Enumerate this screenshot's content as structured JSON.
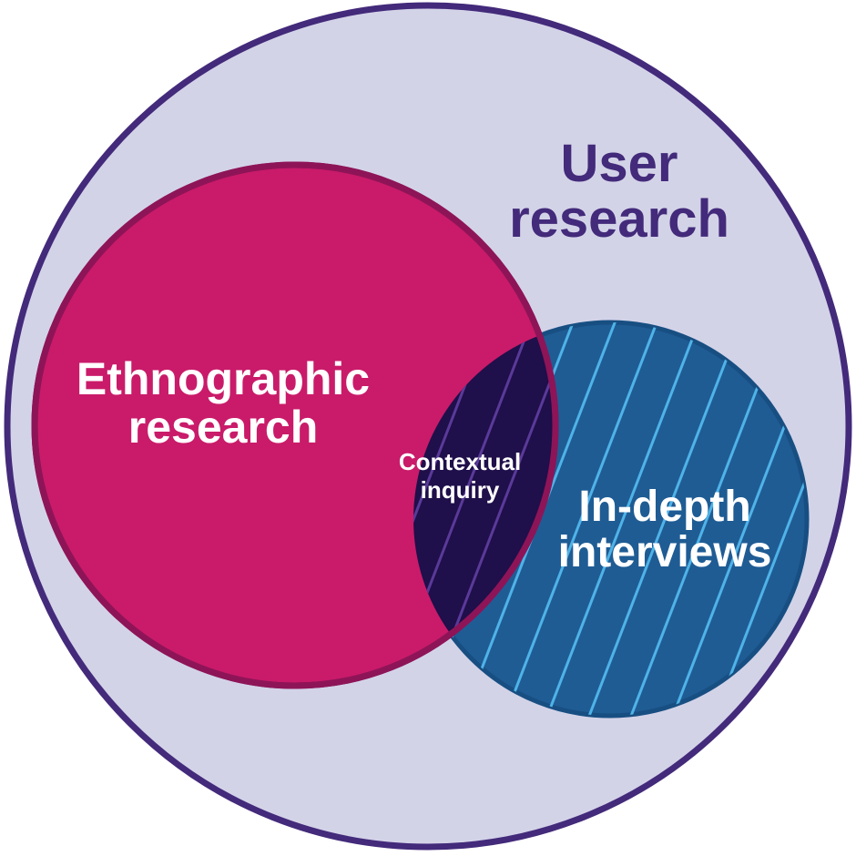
{
  "diagram": {
    "outer": {
      "lines": [
        "User",
        "research"
      ],
      "fill": "#D3D3E8",
      "stroke": "#432A7A",
      "text_color": "#432A7A"
    },
    "left": {
      "lines": [
        "Ethnographic",
        "research"
      ],
      "fill": "#C91B6A",
      "stroke": "#8E1458",
      "text_color": "#FFFFFF"
    },
    "right": {
      "lines": [
        "In-depth",
        "interviews"
      ],
      "fill": "#1F5C94",
      "stroke": "#184F82",
      "hatch_color": "#4FB3E8",
      "text_color": "#FFFFFF"
    },
    "overlap": {
      "lines": [
        "Contextual",
        "inquiry"
      ],
      "fill": "#1F0F4A",
      "hatch_color": "#5A3A99",
      "text_color": "#FFFFFF"
    }
  }
}
